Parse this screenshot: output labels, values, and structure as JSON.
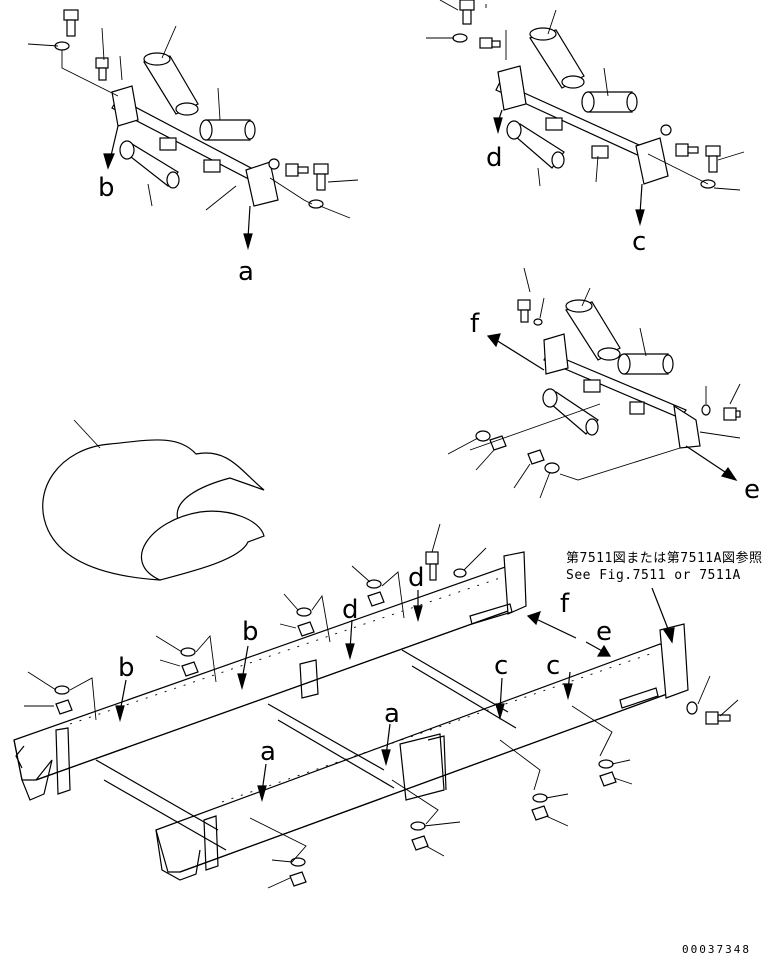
{
  "callouts": {
    "a": "a",
    "b": "b",
    "c": "c",
    "d": "d",
    "e": "e",
    "f": "f"
  },
  "reference_note": {
    "line1": "第7511図または第7511A図参照",
    "line2": "See Fig.7511 or 7511A"
  },
  "document_number": "00037348"
}
